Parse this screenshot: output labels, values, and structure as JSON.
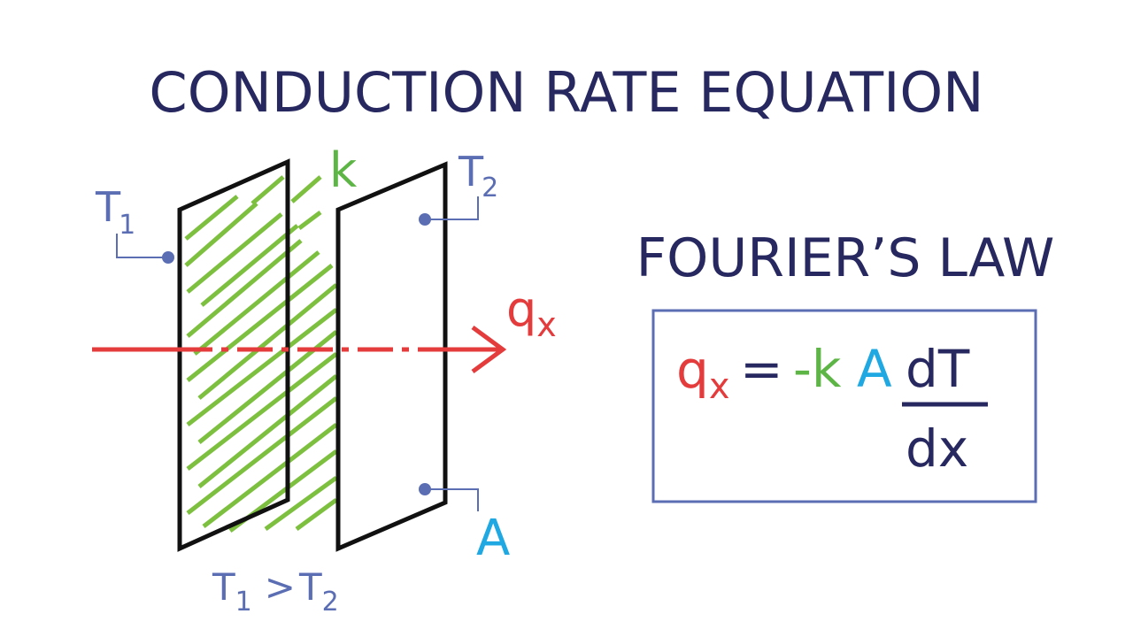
{
  "title": "CONDUCTION RATE EQUATION",
  "law_title": "FOURIER’S LAW",
  "labels": {
    "t1_base": "T",
    "t1_sub": "1",
    "t2_base": "T",
    "t2_sub": "2",
    "k": "k",
    "qx_base": "q",
    "qx_sub": "x",
    "area": "A",
    "cond_t1_base": "T",
    "cond_t1_sub": "1",
    "cond_gt": ">",
    "cond_t2_base": "T",
    "cond_t2_sub": "2"
  },
  "equation": {
    "q": "q",
    "q_sub": "x",
    "equals": "=",
    "minus_k": "-k",
    "area": "A",
    "numerator": "dT",
    "denominator": "dx"
  },
  "colors": {
    "title": "#27285f",
    "label_blue": "#5b6eb4",
    "heat_flow_red": "#e43c3c",
    "conductivity_green": "#5db546",
    "area_cyan": "#1fa8e1",
    "wall_black": "#111111"
  }
}
